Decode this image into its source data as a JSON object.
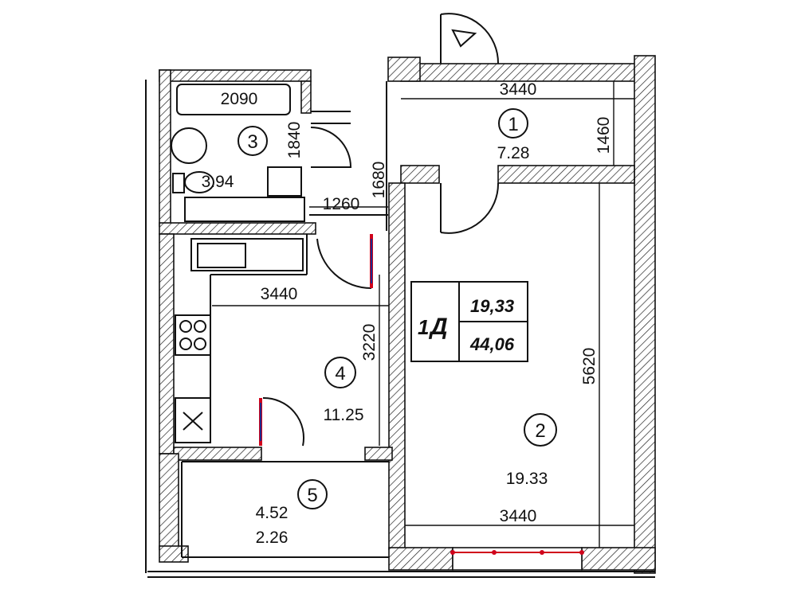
{
  "rooms": [
    {
      "number": "1",
      "area": "7.28"
    },
    {
      "number": "2",
      "area": "19.33"
    },
    {
      "number": "3",
      "area": "3.94"
    },
    {
      "number": "4",
      "area": "11.25"
    },
    {
      "number": "5",
      "area_full": "4.52",
      "area_reduced": "2.26"
    }
  ],
  "dimensions": {
    "bath_length": "2090",
    "bath_height": "1840",
    "hall_width": "3440",
    "hall_height": "1460",
    "corridor_height": "1680",
    "corridor_width": "1260",
    "kitchen_width": "3440",
    "kitchen_height": "3220",
    "living_height": "5620",
    "living_width": "3440"
  },
  "apartment": {
    "rooms_count": "1",
    "type_letter": "Д",
    "living_area": "19,33",
    "total_area": "44,06"
  },
  "colors": {
    "line": "#111111",
    "accent_red": "#d0021b",
    "accent_blue": "#1f2a8a"
  }
}
